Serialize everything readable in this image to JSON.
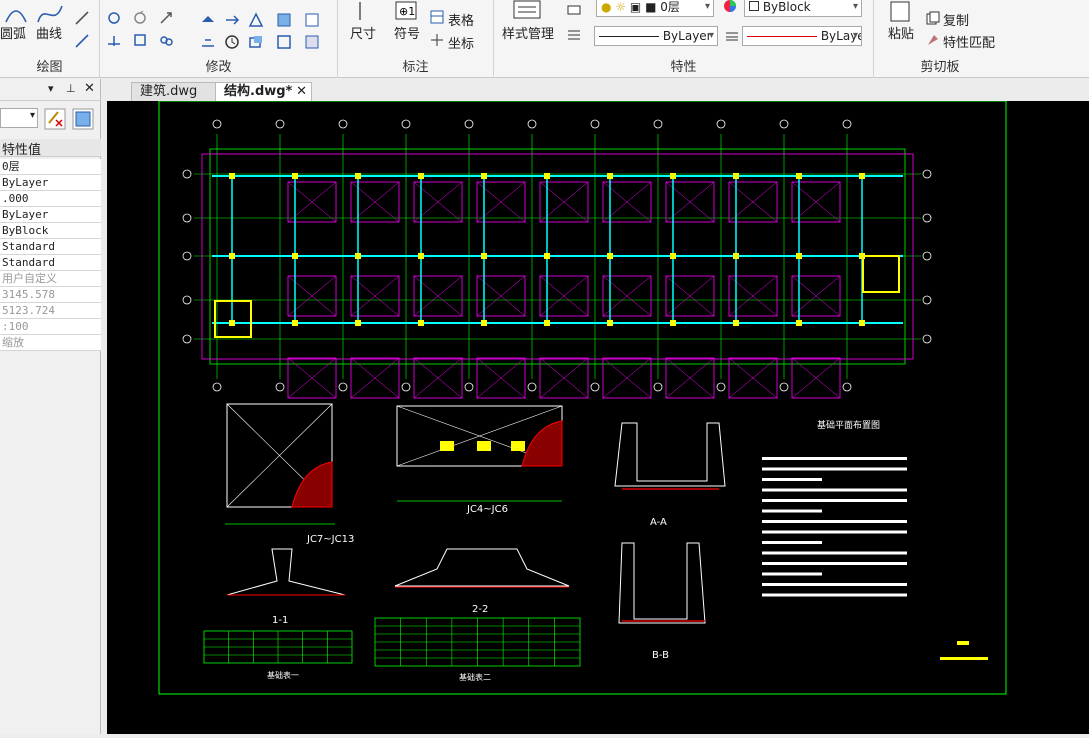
{
  "ribbon": {
    "draw_group": {
      "label": "绘图",
      "arc": "圆弧",
      "curve": "曲线"
    },
    "modify_group": {
      "label": "修改"
    },
    "annotate_group": {
      "label": "标注",
      "dimension": "尺寸",
      "symbol": "符号",
      "table": "表格",
      "coordinate": "坐标"
    },
    "style_group": {
      "style_manager": "样式管理"
    },
    "properties_group": {
      "label": "特性",
      "layer_value": "0层",
      "color_value": "ByBlock",
      "linetype_value": "ByLayer",
      "lineweight_value": "ByLayer"
    },
    "clipboard_group": {
      "label": "剪切板",
      "paste": "粘贴",
      "copy": "复制",
      "match_properties": "特性匹配"
    }
  },
  "tabs": [
    {
      "label": "建筑.dwg",
      "active": false
    },
    {
      "label": "结构.dwg*",
      "active": true
    }
  ],
  "panel": {
    "header": "特性值",
    "rows": [
      {
        "value": "0层",
        "gray": false
      },
      {
        "value": "ByLayer",
        "gray": false
      },
      {
        "value": ".000",
        "gray": false
      },
      {
        "value": "ByLayer",
        "gray": false
      },
      {
        "value": "ByBlock",
        "gray": false
      },
      {
        "value": "Standard",
        "gray": false
      },
      {
        "value": "Standard",
        "gray": false
      },
      {
        "value": "用户自定义",
        "gray": true
      },
      {
        "value": "3145.578",
        "gray": true
      },
      {
        "value": "5123.724",
        "gray": true
      },
      {
        "value": ":100",
        "gray": true
      },
      {
        "value": "缩放",
        "gray": true
      }
    ]
  },
  "drawing": {
    "plan_title": "基础平面布置图",
    "sec_jc7": "JC7~JC13",
    "sec_jc4": "JC4~JC6",
    "sec_aa": "A-A",
    "sec_11": "1-1",
    "sec_22": "2-2",
    "sec_bb": "B-B",
    "table1_title": "基础表一",
    "table2_title": "基础表二"
  },
  "colors": {
    "canvas_bg": "#000000",
    "green": "#00ff00",
    "magenta": "#ff00ff",
    "cyan": "#00ffff",
    "yellow": "#ffff00",
    "white": "#ffffff",
    "red": "#ff0000"
  }
}
